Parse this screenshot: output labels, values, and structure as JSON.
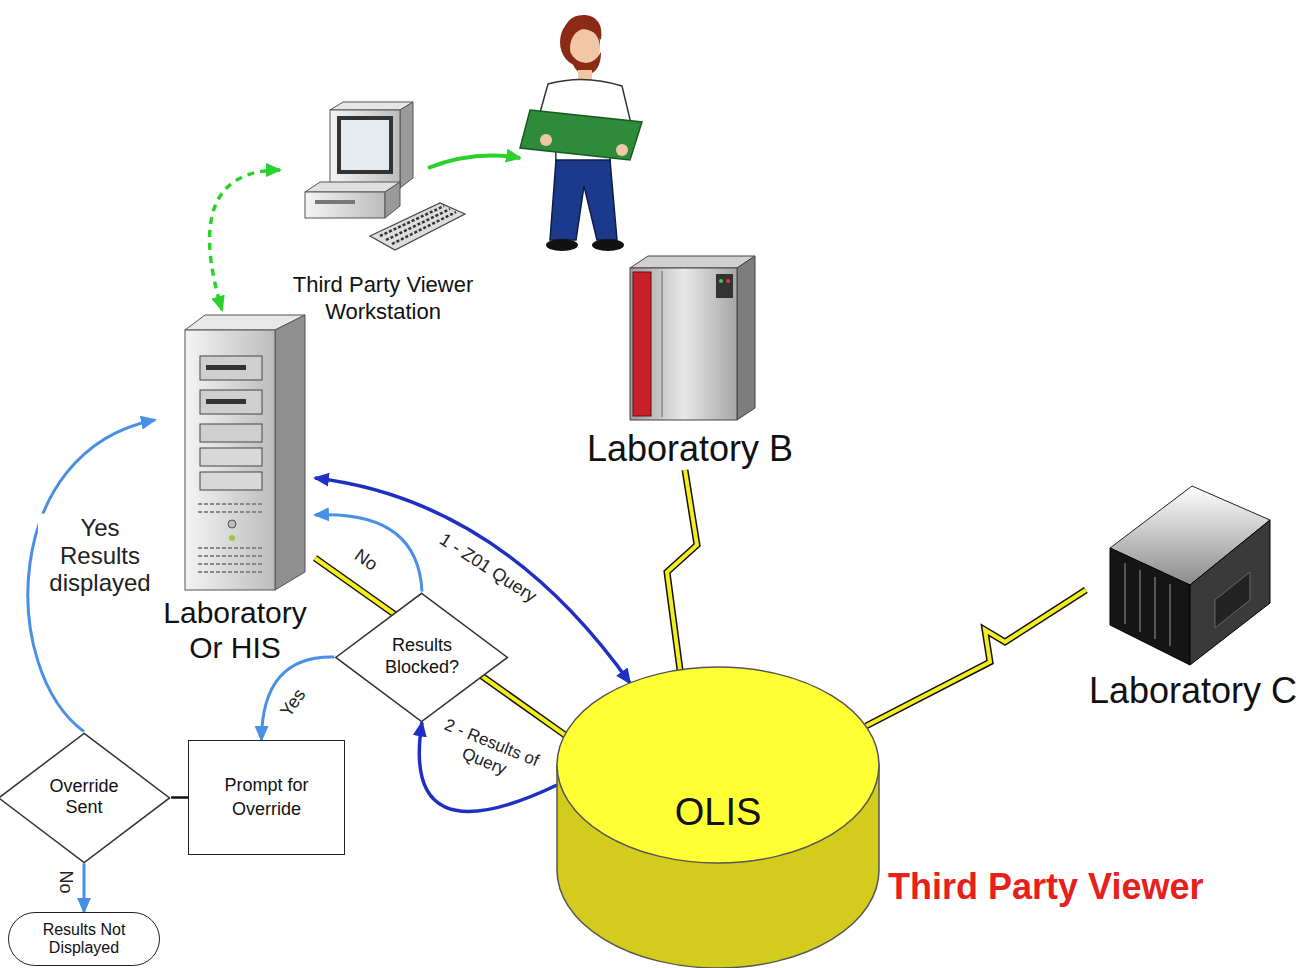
{
  "diagram": {
    "nodes": [
      {
        "text": [
          "Third Party Viewer Workstation"
        ]
      },
      {
        "text": [
          "Laboratory B"
        ]
      },
      {
        "text": [
          "Laboratory Or HIS"
        ]
      },
      {
        "text": [
          "Laboratory C"
        ]
      },
      {
        "text": [
          "Results Blocked?"
        ]
      },
      {
        "text": [
          "Prompt for Override"
        ]
      },
      {
        "text": [
          "Override Sent"
        ]
      },
      {
        "text": [
          "OLIS"
        ]
      },
      {
        "text": [
          "Results Not Displayed"
        ]
      }
    ],
    "edges": [
      {
        "from": 0,
        "to": 2,
        "arrow": "both"
      },
      {
        "from": 2,
        "to": 7,
        "label": "1 - Z01 Query",
        "arrow": "both"
      },
      {
        "from": 7,
        "to": 4,
        "label": "2 - Results of Query",
        "arrow": "to"
      },
      {
        "from": 4,
        "to": 2,
        "label": "No",
        "arrow": "to"
      },
      {
        "from": 4,
        "to": 5,
        "label": "Yes",
        "arrow": "to"
      },
      {
        "from": 5,
        "to": 6,
        "arrow": "none"
      },
      {
        "from": 6,
        "to": 2,
        "label": "Yes Results displayed",
        "arrow": "to"
      },
      {
        "from": 6,
        "to": 8,
        "label": "No",
        "arrow": "to"
      },
      {
        "from": 1,
        "to": 7,
        "arrow": "none"
      },
      {
        "from": 3,
        "to": 7,
        "arrow": "none"
      },
      {
        "from": 2,
        "to": 7,
        "arrow": "none"
      }
    ],
    "labels": [
      "Third Party Viewer"
    ]
  }
}
